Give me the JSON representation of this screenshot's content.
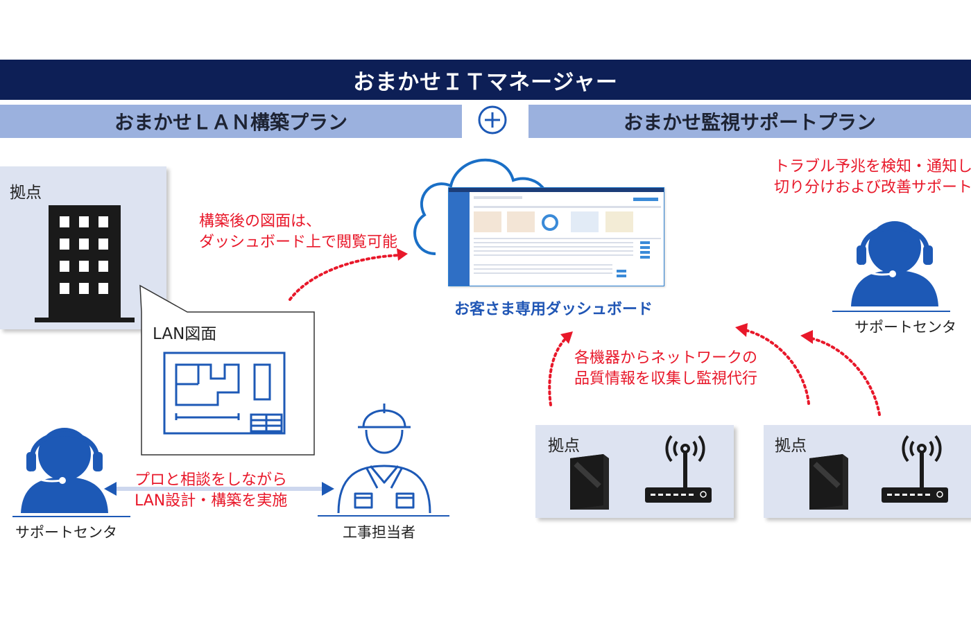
{
  "header": {
    "title": "おまかせＩＴマネージャー"
  },
  "plans": {
    "left_label": "おまかせＬＡＮ構築プラン",
    "right_label": "おまかせ監視サポートプラン"
  },
  "left_section": {
    "site_label": "拠点",
    "lan_drawing_label": "LAN図面",
    "note_drawing": [
      "構築後の図面は、",
      "ダッシュボード上で閲覧可能"
    ],
    "note_consult": [
      "プロと相談をしながら",
      "LAN設計・構築を実施"
    ],
    "support_label": "サポートセンタ",
    "worker_label": "工事担当者"
  },
  "center": {
    "dashboard_label": "お客さま専用ダッシュボード"
  },
  "right_section": {
    "note_trouble": [
      "トラブル予兆を検知・通知し、",
      "切り分けおよび改善サポート"
    ],
    "support_label": "サポートセンタ",
    "note_collect": [
      "各機器からネットワークの",
      "品質情報を収集し監視代行"
    ],
    "site1_label": "拠点",
    "site2_label": "拠点"
  },
  "colors": {
    "banner": "#0d1f56",
    "subbar": "#9bb1de",
    "panel": "#dde3f1",
    "icon_blue": "#1d59b6",
    "accent_red": "#e8182a",
    "cloud_blue": "#1a6fc6"
  }
}
